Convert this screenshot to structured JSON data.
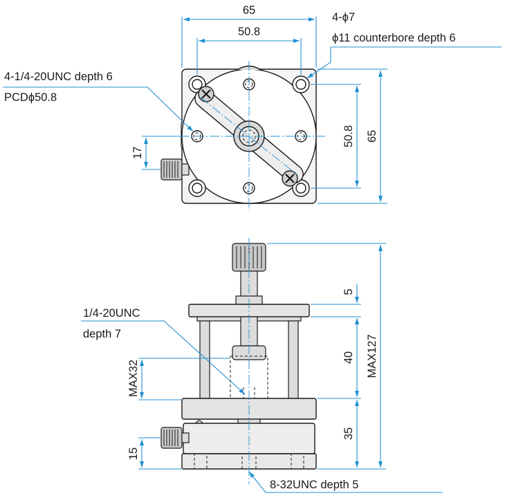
{
  "top_view": {
    "dim_width": "65",
    "dim_hole_pitch": "50.8",
    "holes_line1": "4-ϕ7",
    "holes_line2": "ϕ11 counterbore depth 6",
    "tap_line1": "4-1/4-20UNC depth 6",
    "tap_line2": "PCDϕ50.8",
    "dim_knob_offset": "17",
    "dim_pitch_vertical": "50.8",
    "dim_height": "65"
  },
  "side_view": {
    "tap_line1": "1/4-20UNC",
    "tap_line2": "depth 7",
    "dim_travel": "MAX32",
    "dim_plate": "5",
    "dim_column": "40",
    "dim_overall": "MAX127",
    "dim_base": "35",
    "dim_knob_height": "15",
    "bottom_tap": "8-32UNC depth 5"
  }
}
